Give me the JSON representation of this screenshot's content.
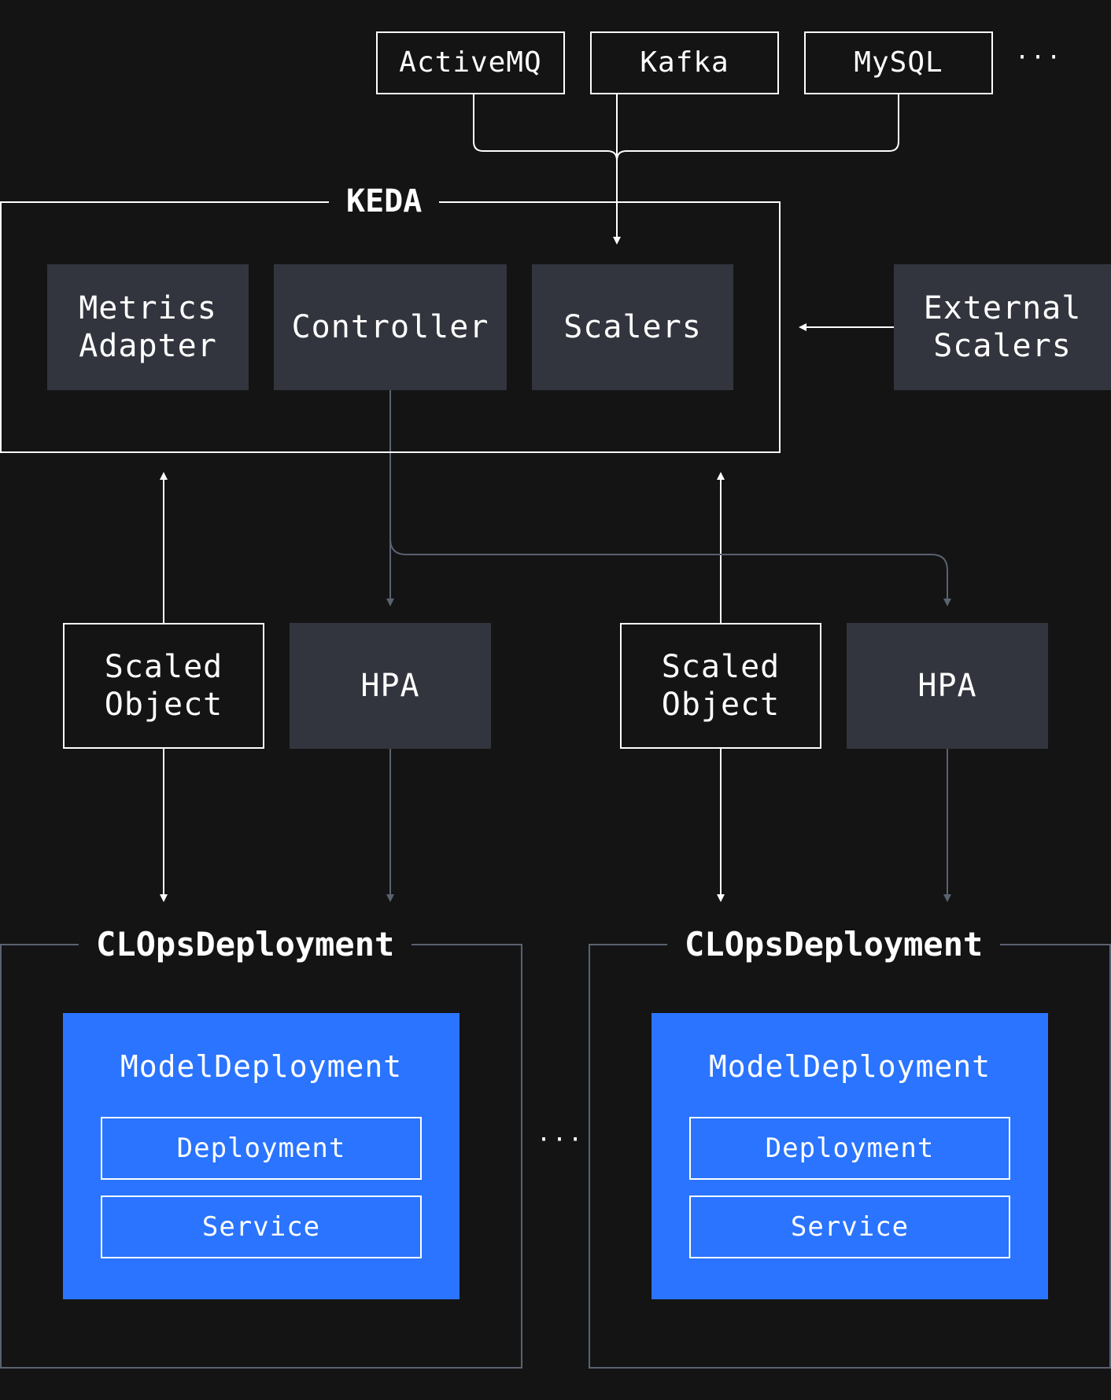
{
  "sources": [
    "ActiveMQ",
    "Kafka",
    "MySQL"
  ],
  "sources_more": "···",
  "keda": {
    "title": "KEDA",
    "components": {
      "metrics_adapter": "Metrics Adapter",
      "controller": "Controller",
      "scalers": "Scalers"
    }
  },
  "external_scalers": "External Scalers",
  "left": {
    "scaled_object": "Scaled Object",
    "hpa": "HPA",
    "clops_title": "CLOpsDeployment",
    "model_title": "ModelDeployment",
    "deployment": "Deployment",
    "service": "Service"
  },
  "right": {
    "scaled_object": "Scaled Object",
    "hpa": "HPA",
    "clops_title": "CLOpsDeployment",
    "model_title": "ModelDeployment",
    "deployment": "Deployment",
    "service": "Service"
  },
  "deployments_more": "···",
  "colors": {
    "background": "#141415",
    "dark_box": "#33353e",
    "blue": "#2a74ff",
    "white_line": "#ffffff",
    "grey_line": "#5a6270"
  }
}
